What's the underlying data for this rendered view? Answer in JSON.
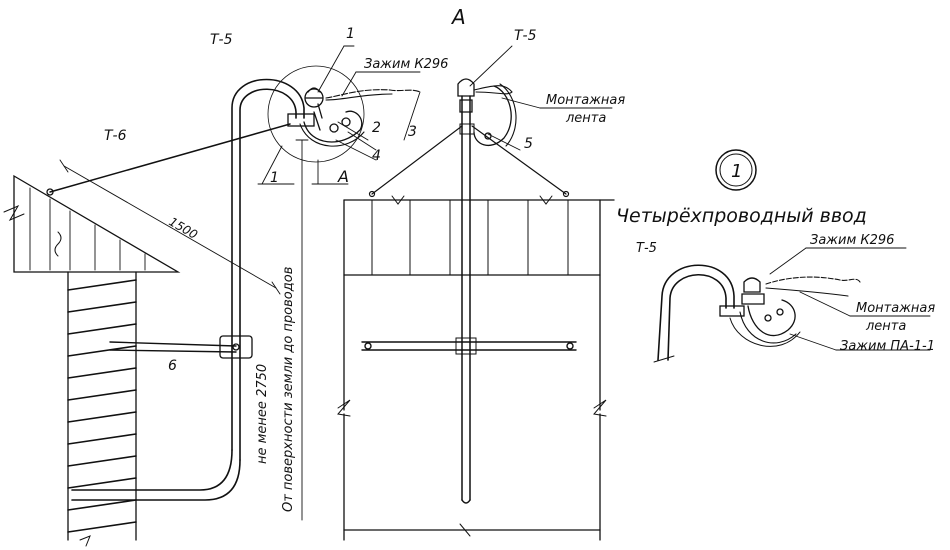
{
  "labels": {
    "view_letter": "А",
    "t5_left": "Т-5",
    "t5_center": "Т-5",
    "t5_right": "Т-5",
    "t6": "Т-6",
    "n1": "1",
    "n2": "2",
    "n3": "3",
    "n4": "4",
    "n5": "5",
    "n6": "6",
    "section_1": "1",
    "section_a": "А",
    "clamp_k296_left": "Зажим К296",
    "clamp_k296_right": "Зажим К296",
    "mounting_tape_center_1": "Монтажная",
    "mounting_tape_center_2": "лента",
    "mounting_tape_right_1": "Монтажная",
    "mounting_tape_right_2": "лента",
    "clamp_pa": "Зажим ПА-1-1",
    "dim_1500": "1500",
    "height_line1": "От поверхности земли до проводов",
    "height_line2": "не менее 2750",
    "detail_number": "1",
    "detail_title": "Четырёхпроводный ввод"
  }
}
